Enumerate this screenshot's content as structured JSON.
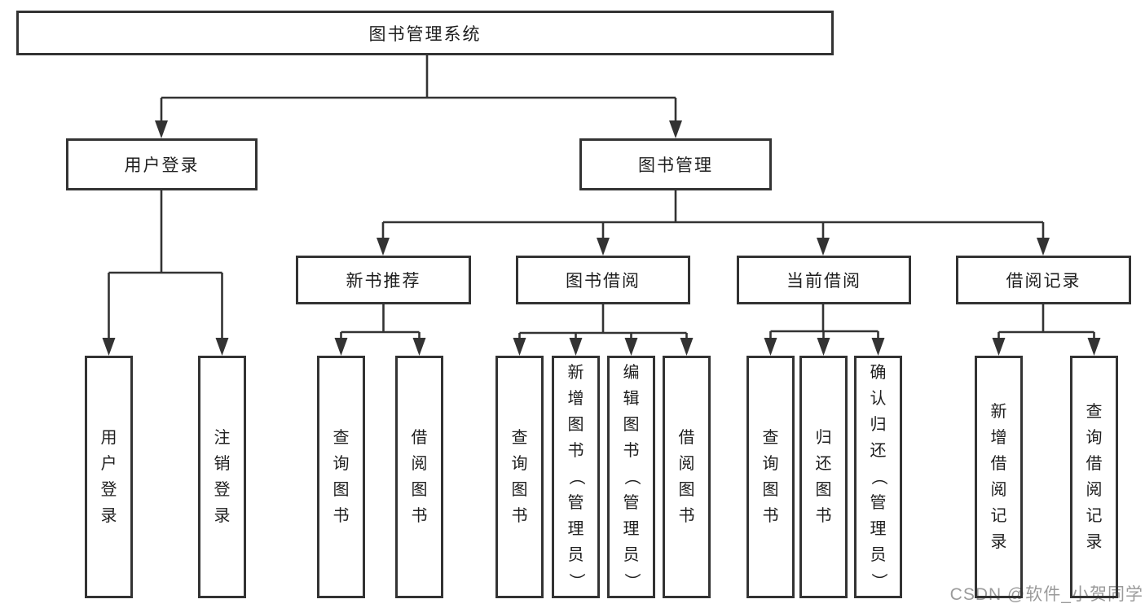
{
  "watermark": "CSDN @软件_小贺同学",
  "colors": {
    "line": "#333333",
    "box_border": "#333333",
    "text": "#1e1e1e",
    "watermark": "#9a9a9a",
    "background": "#ffffff"
  },
  "tree": {
    "root": "图书管理系统",
    "branches": [
      {
        "label": "用户登录",
        "leaves": [
          "用户登录",
          "注销登录"
        ]
      },
      {
        "label": "图书管理",
        "groups": [
          {
            "label": "新书推荐",
            "leaves": [
              "查询图书",
              "借阅图书"
            ]
          },
          {
            "label": "图书借阅",
            "leaves": [
              "查询图书",
              "新增图书（管理员）",
              "编辑图书（管理员）",
              "借阅图书"
            ]
          },
          {
            "label": "当前借阅",
            "leaves": [
              "查询图书",
              "归还图书",
              "确认归还（管理员）"
            ]
          },
          {
            "label": "借阅记录",
            "leaves": [
              "新增借阅记录",
              "查询借阅记录"
            ]
          }
        ]
      }
    ]
  }
}
